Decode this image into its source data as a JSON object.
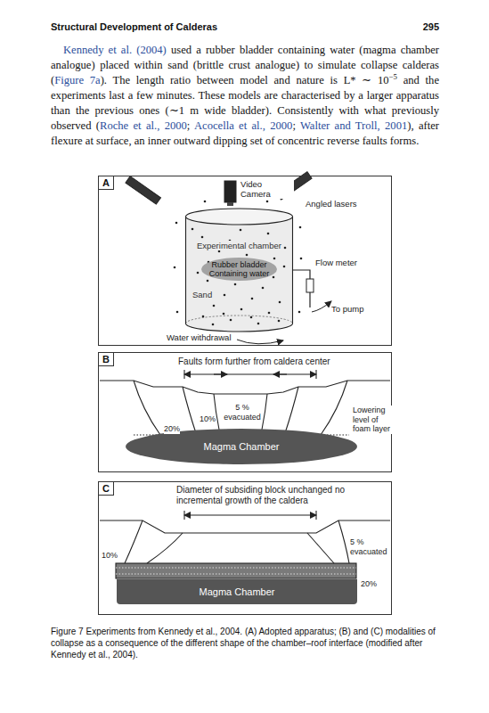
{
  "diagram": {
    "title": "Structural Development of Calderas",
    "caption": "Figure 7 Experiments from Kennedy et al., 2004. (A) Adopted apparatus; (B) and (C) modalities of collapse as a consequence of the different shape of the chamber–roof interface (modified after Kennedy et al., 2004).",
    "nodes": [
      {
        "text": [
          "A"
        ]
      },
      {
        "text": [
          "Experimental chamber",
          "Sand"
        ],
        "in": 0
      },
      {
        "text": [
          "Rubber bladder Containing water"
        ],
        "in": 1
      },
      {
        "text": [
          "B"
        ]
      },
      {
        "text": [
          "Magma Chamber"
        ],
        "in": 3
      },
      {
        "text": [
          "C"
        ]
      },
      {
        "text": [
          "Magma Chamber"
        ],
        "in": 5
      }
    ],
    "labels": [
      "295",
      "Kennedy et al. (2004)",
      "used a rubber bladder containing water (magma chamber analogue) placed within sand (brittle crust analogue) to simulate collapse calderas (",
      "Figure 7a",
      "). The length ratio between model and nature is L* ∼ 10",
      "−5",
      "and the experiments last a few minutes. These models are characterised by a larger apparatus than the previous ones (∼1 m wide bladder). Consistently with what previously observed (",
      "Roche et al., 2000",
      ";",
      "Acocella et al., 2000",
      ";",
      "Walter and Troll, 2001",
      "), after flexure at surface, an inner outward dipping set of concentric reverse faults forms.",
      "Video Camera",
      "Angled lasers",
      "Flow meter",
      "To pump",
      "Water withdrawal",
      "Faults form further from caldera center",
      "5 % evacuated",
      "10%",
      "20%",
      "Lowering level of foam layer",
      "Diameter of subsiding block unchanged no incremental growth of the caldera",
      "10%",
      "5 % evacuated",
      "20%"
    ]
  }
}
